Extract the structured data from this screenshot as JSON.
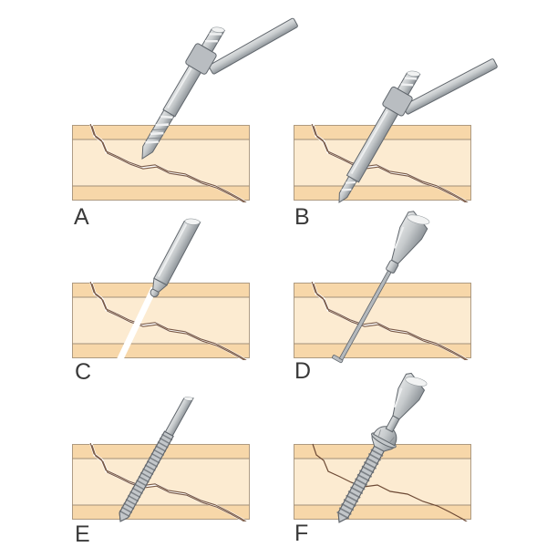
{
  "figure": {
    "panels": [
      {
        "label": "A",
        "depicts": "drill-with-drill-guide-near-cortex"
      },
      {
        "label": "B",
        "depicts": "drill-sleeve-drilling-far-cortex"
      },
      {
        "label": "C",
        "depicts": "countersink-at-near-cortex"
      },
      {
        "label": "D",
        "depicts": "depth-gauge-hooked-on-far-cortex"
      },
      {
        "label": "E",
        "depicts": "tap-cutting-threads"
      },
      {
        "label": "F",
        "depicts": "lag-screw-insertion-with-screwdriver"
      }
    ],
    "colors": {
      "background": "#ffffff",
      "bone_cortex": "#f7d7a9",
      "bone_medulla": "#fcebd1",
      "bone_outline": "#a18f79",
      "fracture_line": "#7a5a46",
      "compressed_fracture_line": "#6d4a35",
      "drilled_channel": "#ffffff",
      "instrument_fill": "#c3c7ca",
      "instrument_shadow": "#8f959a",
      "instrument_outline": "#60666c",
      "label_color": "#3a3a3a"
    }
  }
}
